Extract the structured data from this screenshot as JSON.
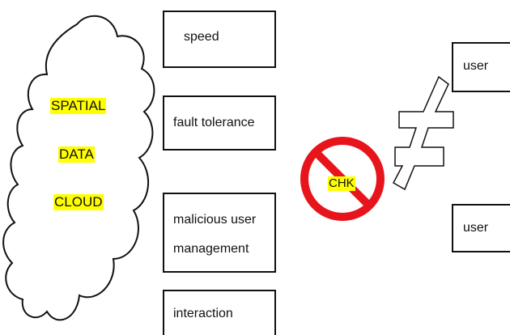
{
  "cloud": {
    "lines": [
      "SPATIAL",
      "DATA",
      "CLOUD"
    ],
    "highlight_color": "#ffff00"
  },
  "boxes": [
    {
      "label": "speed"
    },
    {
      "label": "fault tolerance"
    },
    {
      "label_line1": "malicious user",
      "label_line2": "management"
    },
    {
      "label": "interaction"
    }
  ],
  "prohibition": {
    "label": "CHK",
    "ring_color": "#e8141c",
    "icon": "no-entry-icon"
  },
  "not_equal": {
    "icon": "not-equal-icon"
  },
  "users": [
    {
      "label": "user"
    },
    {
      "label": "user"
    }
  ]
}
